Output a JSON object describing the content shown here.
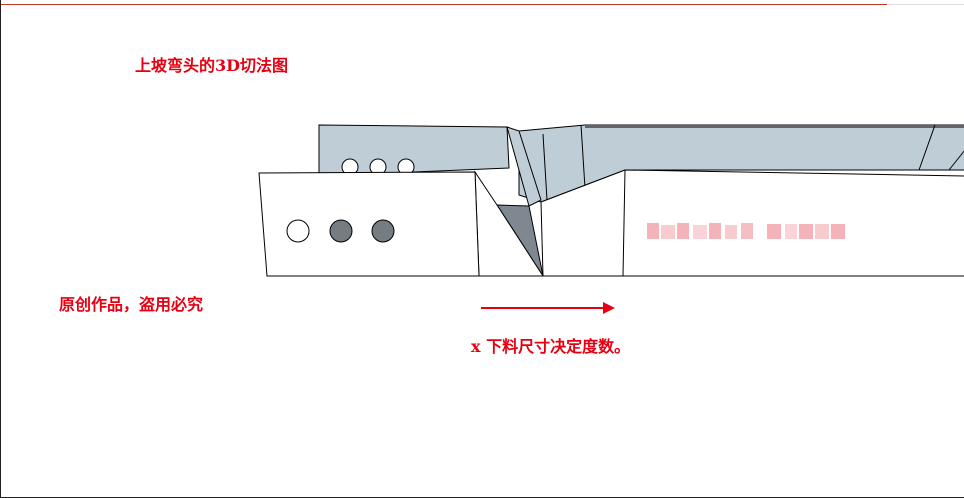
{
  "texts": {
    "title": "上坡弯头的3D切法图",
    "copyright": "原创作品，盗用必究",
    "note": "x  下料尺寸决定度数。"
  },
  "colors": {
    "annotation": "#e60012",
    "steel_face": "#ffffff",
    "steel_inner": "#bfcdd6",
    "steel_edge": "#000000",
    "hole_fill": "#767d82",
    "watermark": "#f2a6ad"
  },
  "icons": {
    "direction_arrow": "right-arrow-icon"
  }
}
